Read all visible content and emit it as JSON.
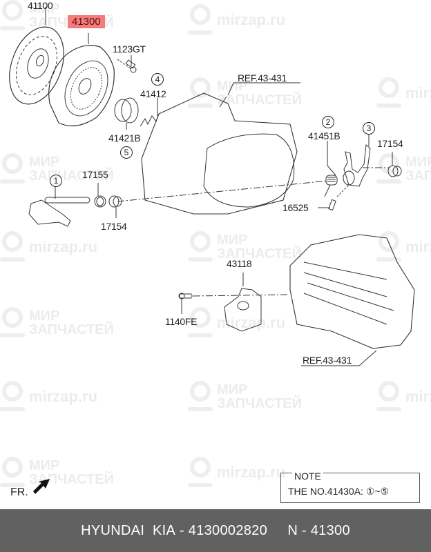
{
  "watermarks": {
    "brand_line1": "МИР",
    "brand_line2": "ЗАПЧАСТЕЙ",
    "url": "mirzap.ru"
  },
  "diagram": {
    "highlighted_part": "41300",
    "parts": [
      {
        "id": "41100",
        "label": "41100"
      },
      {
        "id": "41300",
        "label": "41300",
        "highlighted": true
      },
      {
        "id": "1123GT",
        "label": "1123GT"
      },
      {
        "id": "41412",
        "label": "41412",
        "circle": "4"
      },
      {
        "id": "41421B",
        "label": "41421B",
        "circle": "5"
      },
      {
        "id": "41451B",
        "label": "41451B",
        "circle": "2"
      },
      {
        "id": "fork",
        "label": "",
        "circle": "3"
      },
      {
        "id": "17154a",
        "label": "17154"
      },
      {
        "id": "17155",
        "label": "17155"
      },
      {
        "id": "17154b",
        "label": "17154"
      },
      {
        "id": "shaft",
        "label": "",
        "circle": "1"
      },
      {
        "id": "16525",
        "label": "16525"
      },
      {
        "id": "43118",
        "label": "43118"
      },
      {
        "id": "1140FE",
        "label": "1140FE"
      }
    ],
    "refs": [
      "REF.43-431",
      "REF.43-431"
    ],
    "front_indicator": "FR.",
    "note": {
      "title": "NOTE",
      "body": "THE NO.41430A: ①~⑤"
    }
  },
  "footer": {
    "brand": "HYUNDAI  KIA",
    "sep1": " - ",
    "part_number": "4130002820",
    "gap": "     ",
    "n_prefix": "N",
    "sep2": " - ",
    "n_number": "41300"
  }
}
